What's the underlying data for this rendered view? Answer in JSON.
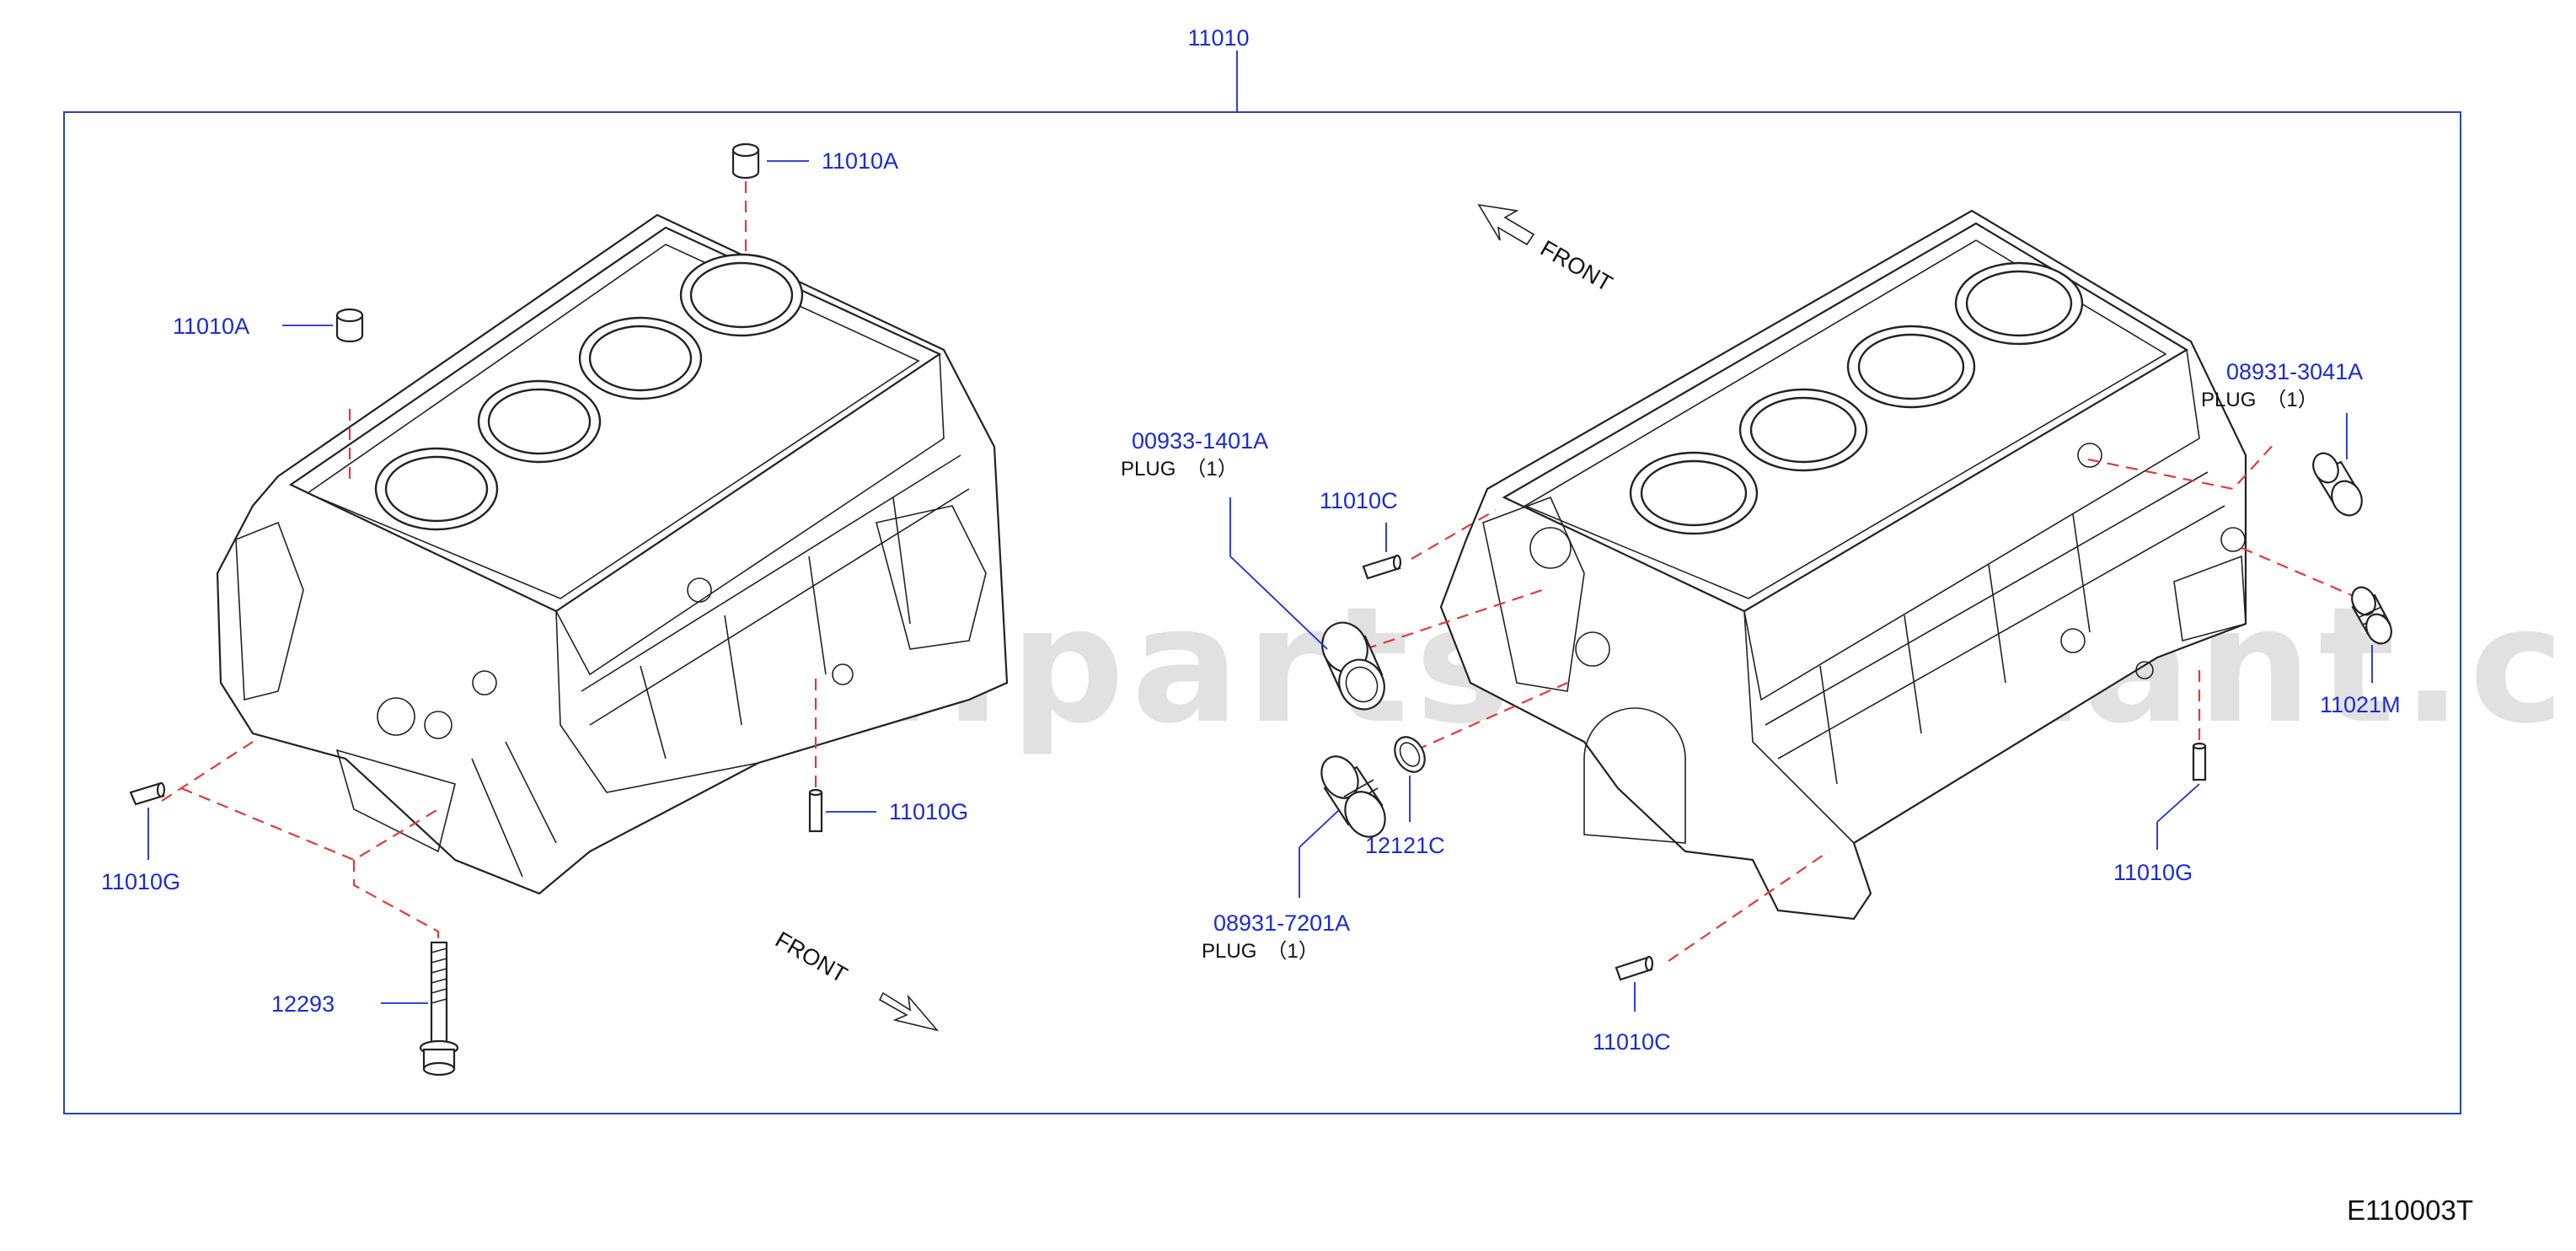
{
  "diagram": {
    "assembly_number": "11010",
    "figure_code": "E110003T",
    "watermark": "www.partsassistant.com",
    "direction_labels": {
      "front_upper": "FRONT",
      "front_lower": "FRONT"
    },
    "callouts": {
      "c_11010A_top": "11010A",
      "c_11010A_left": "11010A",
      "c_11010G_left": "11010G",
      "c_11010G_mid": "11010G",
      "c_11010G_right": "11010G",
      "c_12293": "12293",
      "c_00933": "00933-1401A",
      "c_00933_note": "PLUG　（1）",
      "c_11010C_upper": "11010C",
      "c_11010C_lower": "11010C",
      "c_08931_3041A": "08931-3041A",
      "c_08931_3041A_note": "PLUG　（1）",
      "c_11021M": "11021M",
      "c_12121C": "12121C",
      "c_08931_7201A": "08931-7201A",
      "c_08931_7201A_note": "PLUG　（1）"
    },
    "colors": {
      "callout": "#1a2bd6",
      "guide_line": "#e23a3a",
      "frame": "#2a44b8",
      "linework": "#222222"
    }
  }
}
